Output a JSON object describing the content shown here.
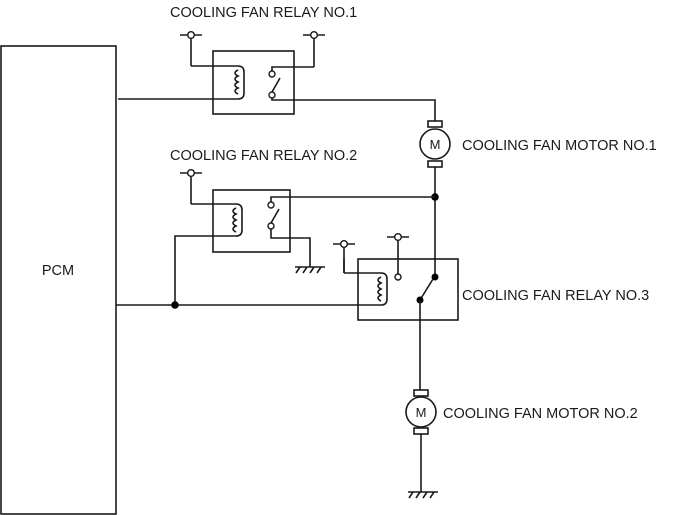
{
  "diagram": {
    "type": "wiring-schematic",
    "components": {
      "pcm": {
        "label": "PCM"
      },
      "relay1": {
        "label": "COOLING FAN RELAY NO.1"
      },
      "relay2": {
        "label": "COOLING FAN RELAY NO.2"
      },
      "relay3": {
        "label": "COOLING FAN RELAY NO.3"
      },
      "motor1": {
        "label": "COOLING FAN MOTOR NO.1",
        "symbol": "M"
      },
      "motor2": {
        "label": "COOLING FAN MOTOR NO.2",
        "symbol": "M"
      }
    },
    "connections": [
      "PCM -> RELAY NO.1 coil",
      "RELAY NO.1 switch -> MOTOR NO.1",
      "MOTOR NO.1 -> RELAY NO.2 switch",
      "MOTOR NO.1 -> RELAY NO.3 switch",
      "PCM -> RELAY NO.2 coil",
      "PCM -> RELAY NO.3 coil",
      "RELAY NO.2 switch -> GND",
      "RELAY NO.3 switch -> MOTOR NO.2",
      "MOTOR NO.2 -> GND"
    ]
  }
}
